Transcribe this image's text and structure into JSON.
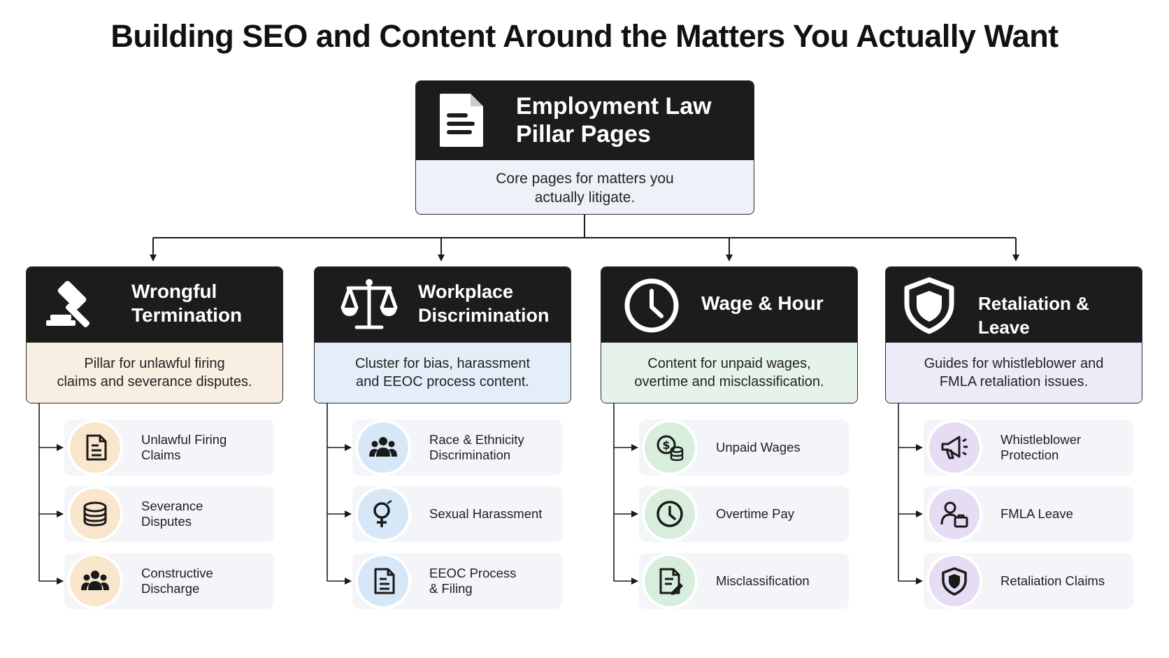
{
  "title": "Building SEO and Content Around the Matters You Actually Want",
  "pillar": {
    "title_lines": [
      "Employment Law",
      "Pillar Pages"
    ],
    "desc_lines": [
      "Core pages for matters you",
      "actually litigate."
    ],
    "icon": "document-icon"
  },
  "categories": [
    {
      "title_lines": [
        "Wrongful",
        "Termination"
      ],
      "desc_lines": [
        "Pillar for unlawful firing",
        "claims and severance disputes."
      ],
      "icon": "gavel-icon",
      "accent": "#f8eee2",
      "item_icon_bg": "#f9e6cc",
      "items": [
        {
          "lines": [
            "Unlawful Firing",
            "Claims"
          ],
          "icon": "document-icon"
        },
        {
          "lines": [
            "Severance",
            "Disputes"
          ],
          "icon": "coins-icon"
        },
        {
          "lines": [
            "Constructive",
            "Discharge"
          ],
          "icon": "people-icon"
        }
      ]
    },
    {
      "title_lines": [
        "Workplace",
        "Discrimination"
      ],
      "desc_lines": [
        "Cluster for bias, harassment",
        "and EEOC process content."
      ],
      "icon": "scales-icon",
      "accent": "#e4eef8",
      "item_icon_bg": "#d6e8f8",
      "items": [
        {
          "lines": [
            "Race & Ethnicity",
            "Discrimination"
          ],
          "icon": "people-icon"
        },
        {
          "lines": [
            "Sexual Harassment"
          ],
          "icon": "gender-icon"
        },
        {
          "lines": [
            "EEOC Process",
            "& Filing"
          ],
          "icon": "document-icon"
        }
      ]
    },
    {
      "title_lines": [
        "Wage & Hour"
      ],
      "desc_lines": [
        "Content for unpaid wages,",
        "overtime and misclassification."
      ],
      "icon": "clock-icon",
      "accent": "#e6f3ea",
      "item_icon_bg": "#d8eedd",
      "items": [
        {
          "lines": [
            "Unpaid Wages"
          ],
          "icon": "money-icon"
        },
        {
          "lines": [
            "Overtime Pay"
          ],
          "icon": "clock-icon"
        },
        {
          "lines": [
            "Misclassification"
          ],
          "icon": "edit-document-icon"
        }
      ]
    },
    {
      "title_lines": [
        "Retaliation & Leave"
      ],
      "desc_lines": [
        "Guides for whistleblower and",
        "FMLA retaliation issues."
      ],
      "icon": "shield-icon",
      "accent": "#eeeaf8",
      "item_icon_bg": "#e6dcf4",
      "items": [
        {
          "lines": [
            "Whistleblower",
            "Protection"
          ],
          "icon": "megaphone-icon"
        },
        {
          "lines": [
            "FMLA Leave"
          ],
          "icon": "person-briefcase-icon"
        },
        {
          "lines": [
            "Retaliation Claims"
          ],
          "icon": "shield-icon"
        }
      ]
    }
  ]
}
